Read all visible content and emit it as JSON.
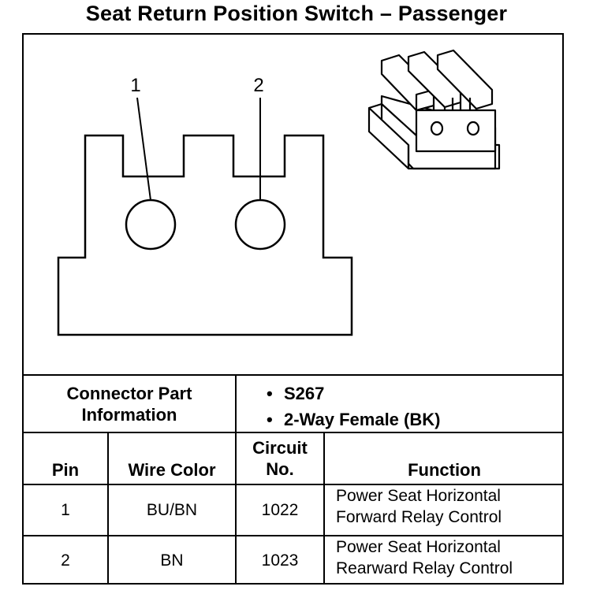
{
  "title": "Seat Return Position Switch – Passenger",
  "diagram": {
    "pin_callouts": [
      "1",
      "2"
    ]
  },
  "connector_info": {
    "label": "Connector Part Information",
    "label_line1": "Connector Part",
    "label_line2": "Information",
    "items": [
      "S267",
      "2-Way Female (BK)"
    ]
  },
  "table": {
    "headers": {
      "pin": "Pin",
      "wire_color": "Wire Color",
      "circuit_line1": "Circuit",
      "circuit_line2": "No.",
      "function": "Function"
    },
    "rows": [
      {
        "pin": "1",
        "wire_color": "BU/BN",
        "circuit": "1022",
        "function_line1": "Power Seat Horizontal",
        "function_line2": "Forward Relay Control"
      },
      {
        "pin": "2",
        "wire_color": "BN",
        "circuit": "1023",
        "function_line1": "Power Seat Horizontal",
        "function_line2": "Rearward Relay Control"
      }
    ]
  }
}
